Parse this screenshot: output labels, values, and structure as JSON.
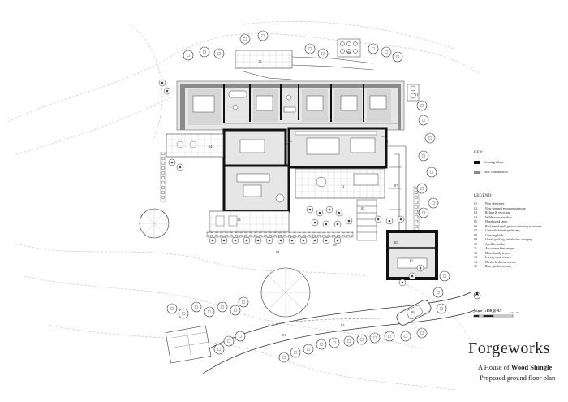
{
  "key": {
    "title": "KEY:",
    "items": [
      {
        "label": "Existing fabric",
        "color": "#111111"
      },
      {
        "label": "New construction",
        "color": "#8a8a8a"
      }
    ]
  },
  "legend": {
    "title": "LEGEND:",
    "items": [
      {
        "num": "01",
        "label": "New driveway"
      },
      {
        "num": "02",
        "label": "New stepped entrance pathway"
      },
      {
        "num": "03",
        "label": "Refuse & recycling"
      },
      {
        "num": "04",
        "label": "Wildflower meadow"
      },
      {
        "num": "05",
        "label": "Hazelwood ramp"
      },
      {
        "num": "06",
        "label": "Reclaimed spall gabion retaining structures"
      },
      {
        "num": "07",
        "label": "Cotswold binder pathways"
      },
      {
        "num": "08",
        "label": "Growing beds"
      },
      {
        "num": "09",
        "label": "Onsite parking and electric charging"
      },
      {
        "num": "10",
        "label": "Satellite studio"
      },
      {
        "num": "11",
        "label": "Air source heat pumps"
      },
      {
        "num": "12",
        "label": "Main family terrace"
      },
      {
        "num": "13",
        "label": "Living room terrace"
      },
      {
        "num": "14",
        "label": "Master bedroom terrace"
      },
      {
        "num": "15",
        "label": "Rear garden seating"
      }
    ]
  },
  "scale": {
    "label": "Scale 1:150 @ A3",
    "ticks": [
      "0",
      "1",
      "2",
      "5",
      "10"
    ],
    "unit": "m"
  },
  "brand": {
    "name": "Forgeworks"
  },
  "subtitle": {
    "prefix": "A House of",
    "emphasis": "Wood Shingle"
  },
  "plan_title": "Proposed ground floor plan",
  "plan_labels": {
    "l01": "01",
    "l02": "02",
    "l03": "03",
    "l04": "04",
    "l05": "05",
    "l06": "06",
    "l07": "07",
    "l08": "08",
    "l09": "09",
    "l10": "10",
    "l11": "11",
    "l12": "12",
    "l13": "13",
    "l14": "14",
    "l15": "15"
  }
}
